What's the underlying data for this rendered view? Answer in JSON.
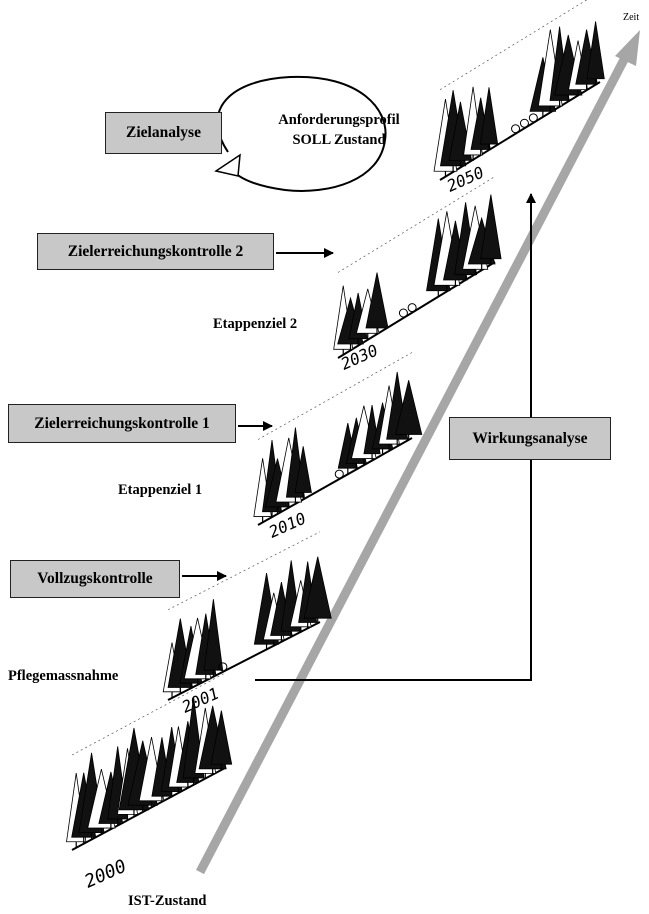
{
  "axis_label": "Zeit",
  "boxes": {
    "zielanalyse": "Zielanalyse",
    "kontrolle2": "Zielerreichungskontrolle 2",
    "kontrolle1": "Zielerreichungskontrolle 1",
    "vollzug": "Vollzugskontrolle",
    "wirkung": "Wirkungsanalyse"
  },
  "labels": {
    "profil_line1": "Anforderungsprofil",
    "profil_line2": "SOLL Zustand",
    "etappe2": "Etappenziel 2",
    "etappe1": "Etappenziel 1",
    "pflege": "Pflegemassnahme",
    "ist": "IST-Zustand"
  },
  "stands": [
    {
      "year": "2000"
    },
    {
      "year": "2001"
    },
    {
      "year": "2010"
    },
    {
      "year": "2030"
    },
    {
      "year": "2050"
    }
  ],
  "colors": {
    "arrow": "#a6a6a6",
    "box": "#c8c8c8",
    "ink": "#000000"
  }
}
